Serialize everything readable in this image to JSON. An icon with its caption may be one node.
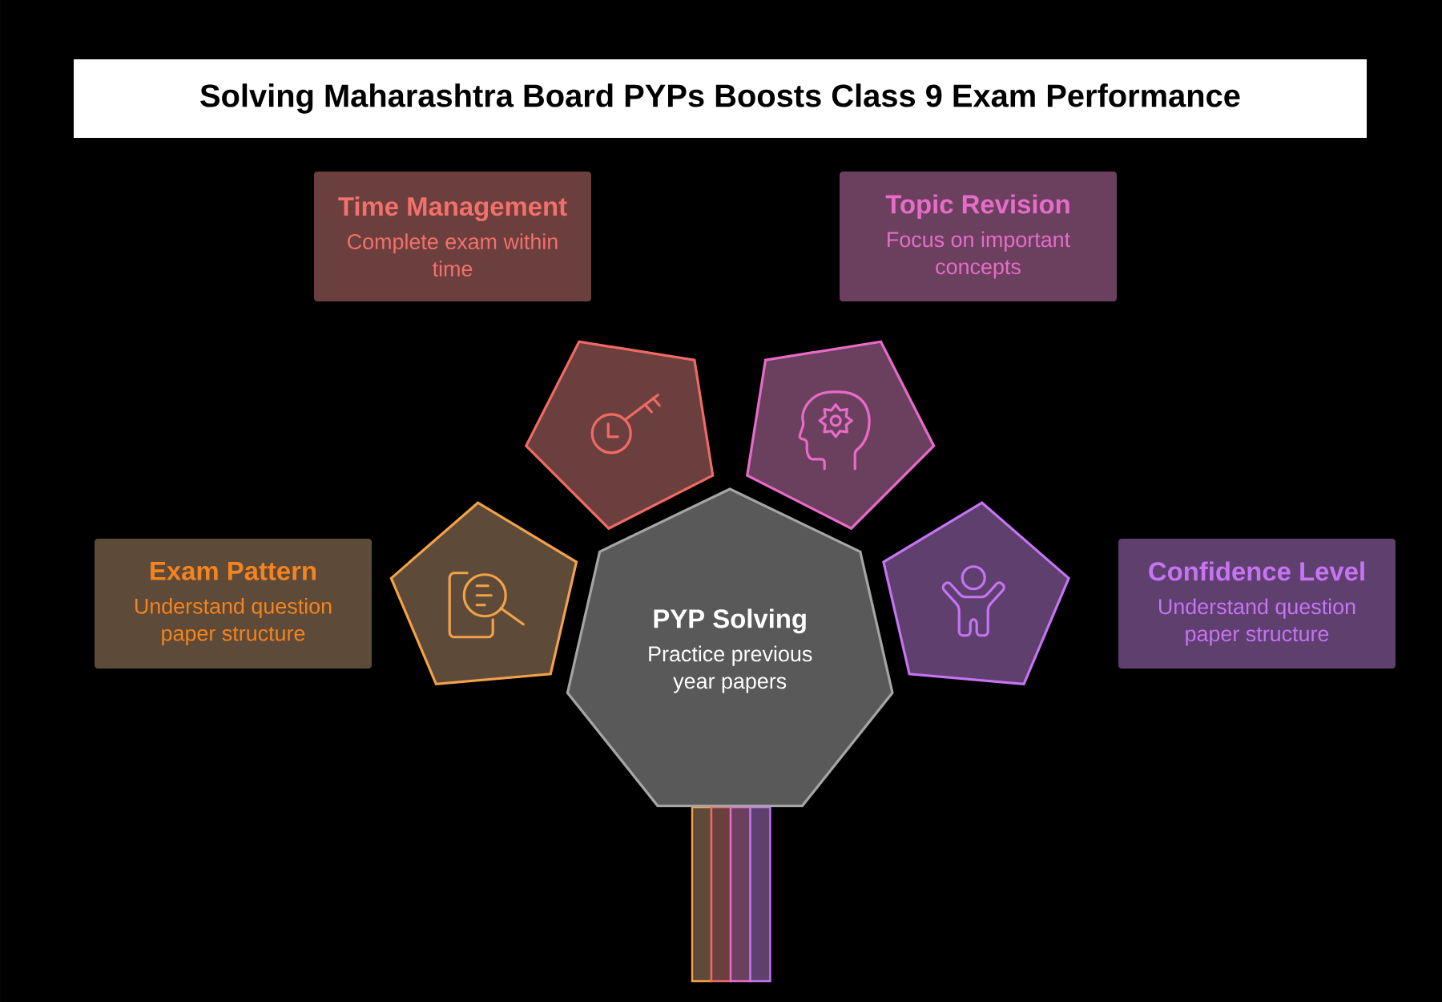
{
  "diagram": {
    "title": "Solving Maharashtra Board PYPs Boosts Class 9 Exam Performance",
    "nodes": [
      {
        "text": [
          "Time Management",
          "Complete exam within time"
        ]
      },
      {
        "text": [
          "Topic Revision",
          "Focus on important concepts"
        ]
      },
      {
        "text": [],
        "shape": "pentagon"
      },
      {
        "text": [],
        "shape": "pentagon"
      },
      {
        "text": [
          "Exam Pattern",
          "Understand question paper structure"
        ]
      },
      {
        "text": [],
        "shape": "pentagon"
      },
      {
        "text": [
          "PYP Solving",
          "Practice previous year papers"
        ]
      },
      {
        "text": [],
        "shape": "pentagon"
      },
      {
        "text": [
          "Confidence Level",
          "Understand question paper structure"
        ]
      }
    ]
  }
}
